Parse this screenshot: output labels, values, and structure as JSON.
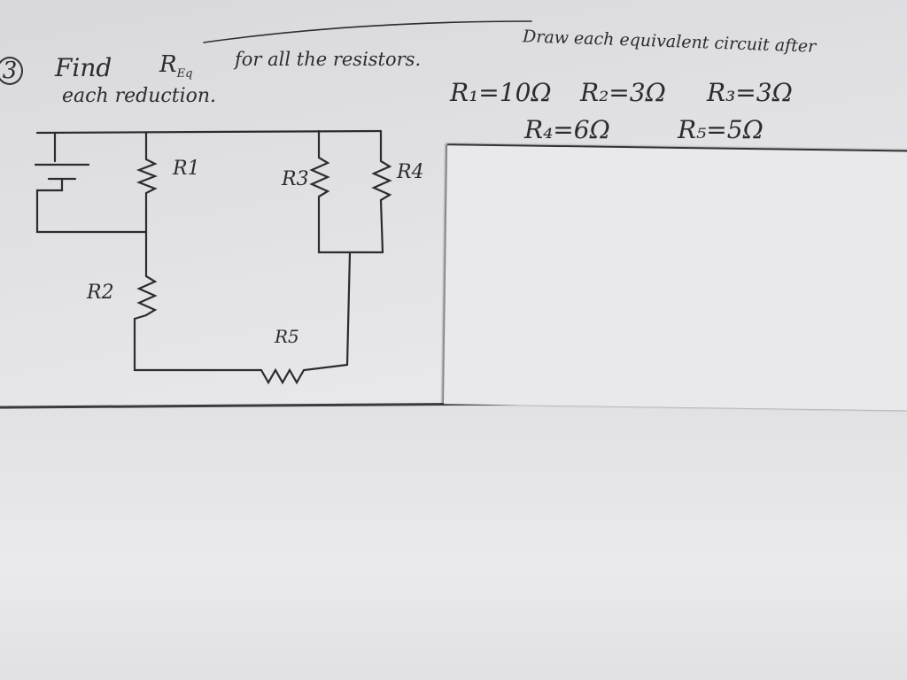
{
  "problem": {
    "number": "3",
    "line1_a": "Find",
    "req_symbol": "R",
    "req_sub": "Eq",
    "line1_b": "for all the resistors.",
    "line1_c": "Draw each equivalent circuit after",
    "line2": "each reduction."
  },
  "values": {
    "r1": "R₁=10Ω",
    "r2": "R₂=3Ω",
    "r3": "R₃=3Ω",
    "r4": "R₄=6Ω",
    "r5": "R₅=5Ω"
  },
  "circuit": {
    "labels": {
      "r1": "R1",
      "r2": "R2",
      "r3": "R3",
      "r4": "R4",
      "r5": "R5"
    }
  }
}
